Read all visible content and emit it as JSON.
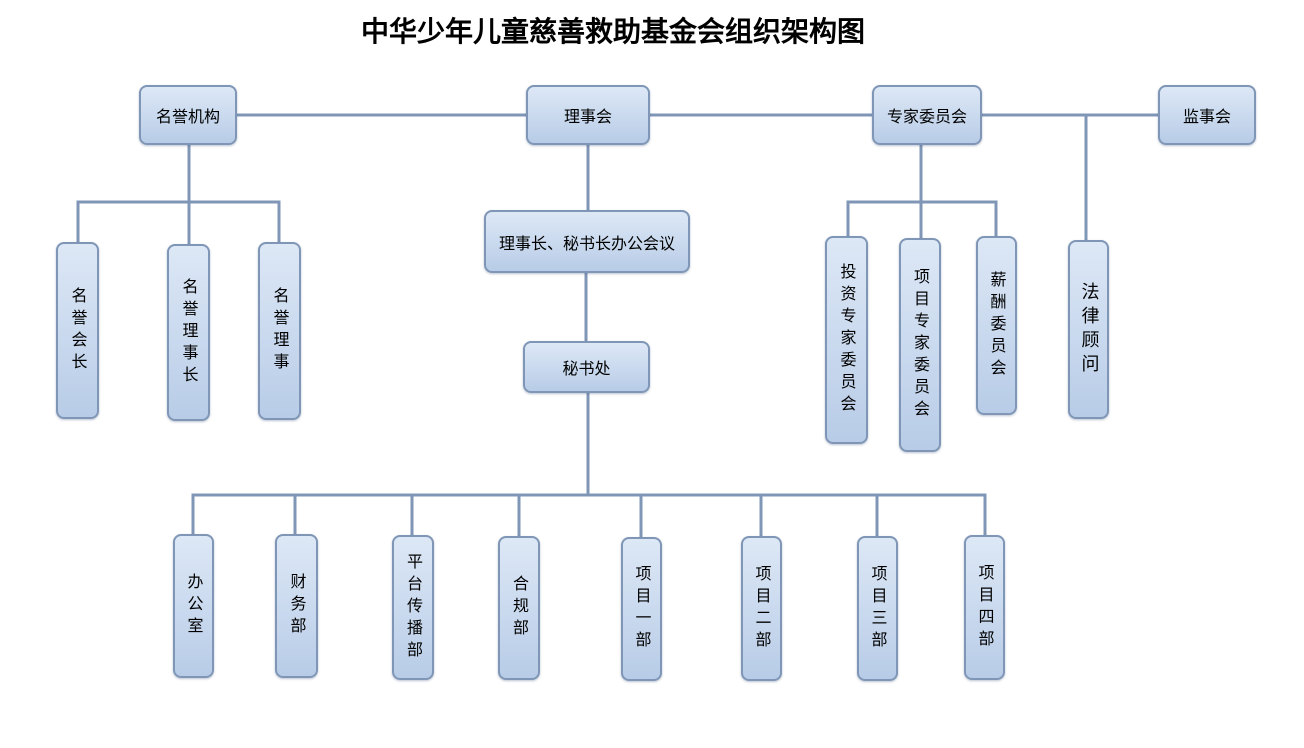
{
  "title": "中华少年儿童慈善救助基金会组织架构图",
  "colors": {
    "connector": "#7f96b6",
    "box_top": "#dde8f6",
    "box_bottom": "#b8cce7",
    "box_border": "#7f96b6"
  },
  "nodes": {
    "honor": "名誉机构",
    "board": "理事会",
    "experts": "专家委员会",
    "supervisors": "监事会",
    "chair_meeting": "理事长、秘书长办公会议",
    "secretariat": "秘书处",
    "honor_president": "名誉会长",
    "honor_chair": "名誉理事长",
    "honor_director": "名誉理事",
    "invest_committee": "投资专家委员会",
    "project_committee": "项目专家委员会",
    "salary_committee": "薪酬委员会",
    "legal_advisor": "法律顾问",
    "office": "办公室",
    "finance": "财务部",
    "platform": "平台传播部",
    "compliance": "合规部",
    "project1": "项目一部",
    "project2": "项目二部",
    "project3": "项目三部",
    "project4": "项目四部"
  }
}
